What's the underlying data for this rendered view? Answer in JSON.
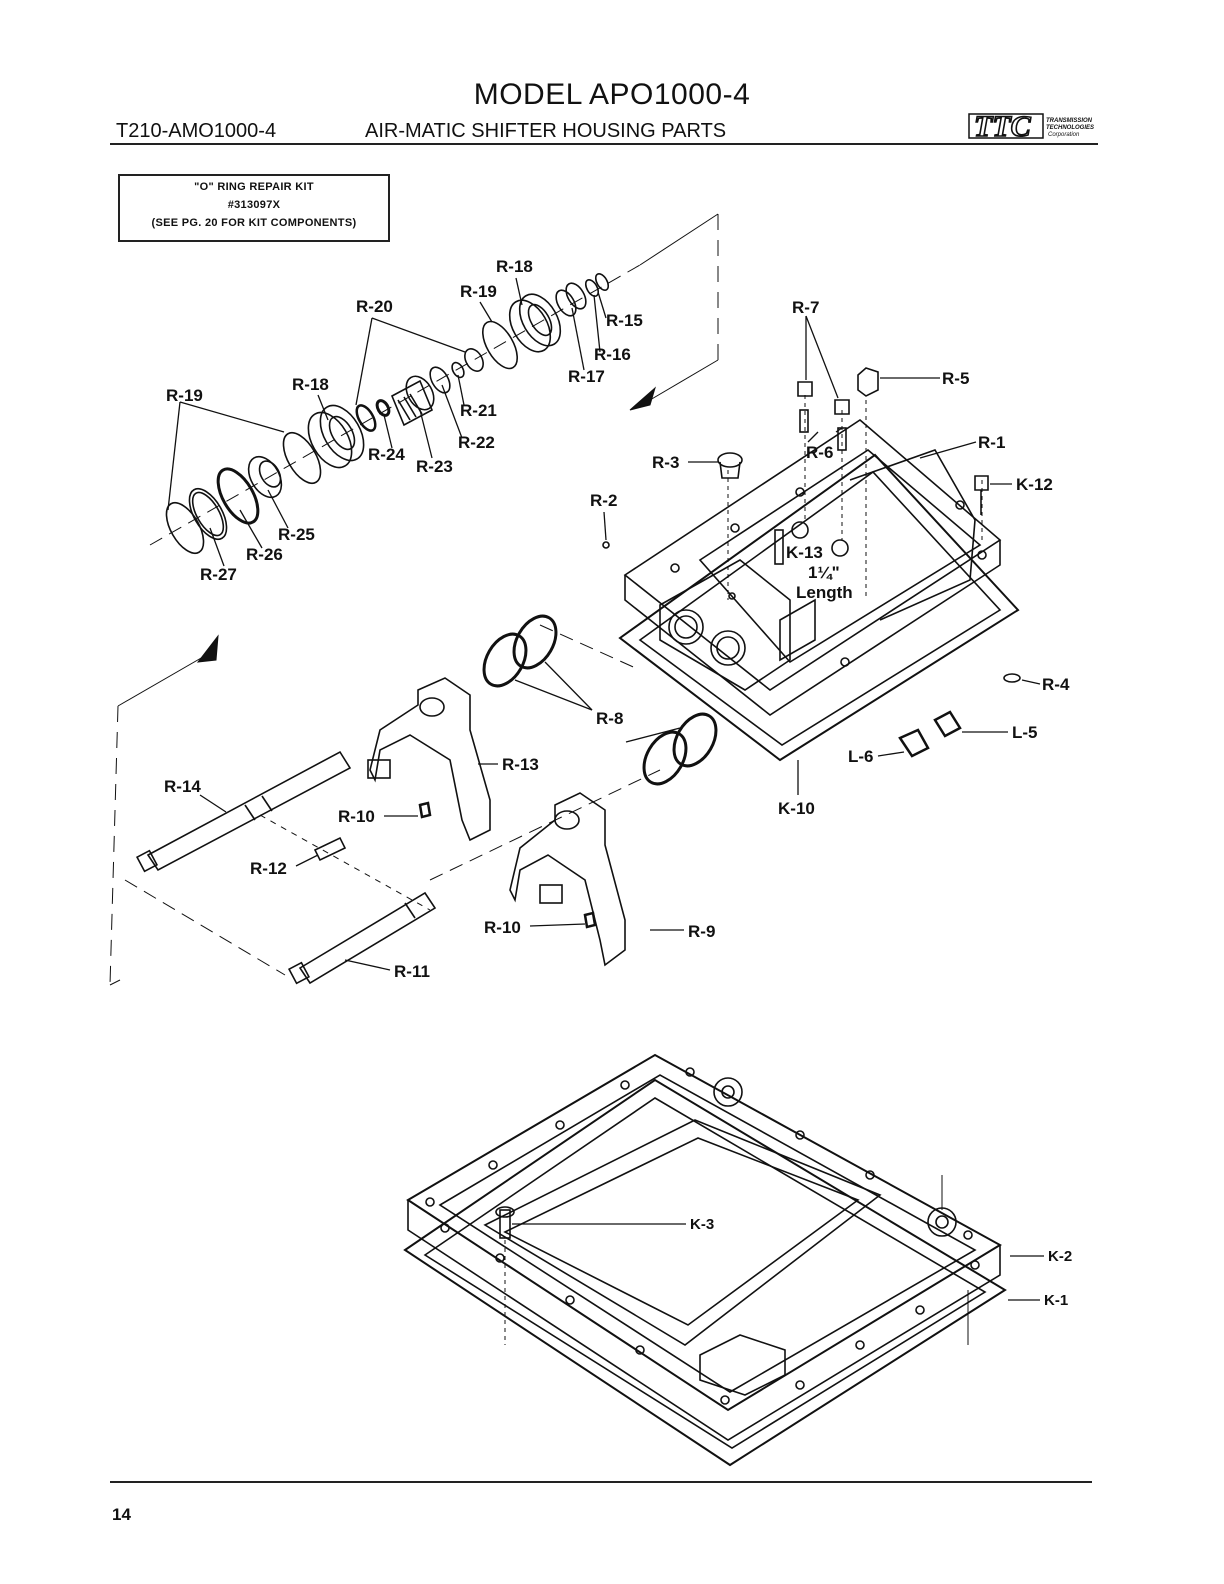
{
  "header": {
    "model_title": "MODEL APO1000-4",
    "doc_code": "T210-AMO1000-4",
    "section_title": "AIR-MATIC SHIFTER HOUSING PARTS"
  },
  "logo": {
    "mark": "TTC",
    "line1": "TRANSMISSION",
    "line2": "TECHNOLOGIES",
    "line3": "Corporation"
  },
  "kit_box": {
    "line1": "\"O\" RING REPAIR KIT",
    "line2": "#313097X",
    "line3": "(SEE PG. 20 FOR KIT COMPONENTS)"
  },
  "callouts": {
    "r1": "R-1",
    "r2": "R-2",
    "r3": "R-3",
    "r4": "R-4",
    "r5": "R-5",
    "r6": "R-6",
    "r7": "R-7",
    "r8": "R-8",
    "r9": "R-9",
    "r10a": "R-10",
    "r10b": "R-10",
    "r11": "R-11",
    "r12": "R-12",
    "r13": "R-13",
    "r14": "R-14",
    "r15": "R-15",
    "r16": "R-16",
    "r17": "R-17",
    "r18a": "R-18",
    "r18b": "R-18",
    "r19a": "R-19",
    "r19b": "R-19",
    "r20": "R-20",
    "r21": "R-21",
    "r22": "R-22",
    "r23": "R-23",
    "r24": "R-24",
    "r25": "R-25",
    "r26": "R-26",
    "r27": "R-27",
    "k1": "K-1",
    "k2": "K-2",
    "k3": "K-3",
    "k10": "K-10",
    "k12": "K-12",
    "k13": "K-13",
    "l5": "L-5",
    "l6": "L-6",
    "k13_note1": "1¼\"",
    "k13_note2": "Length"
  },
  "footer": {
    "page_number": "14"
  }
}
